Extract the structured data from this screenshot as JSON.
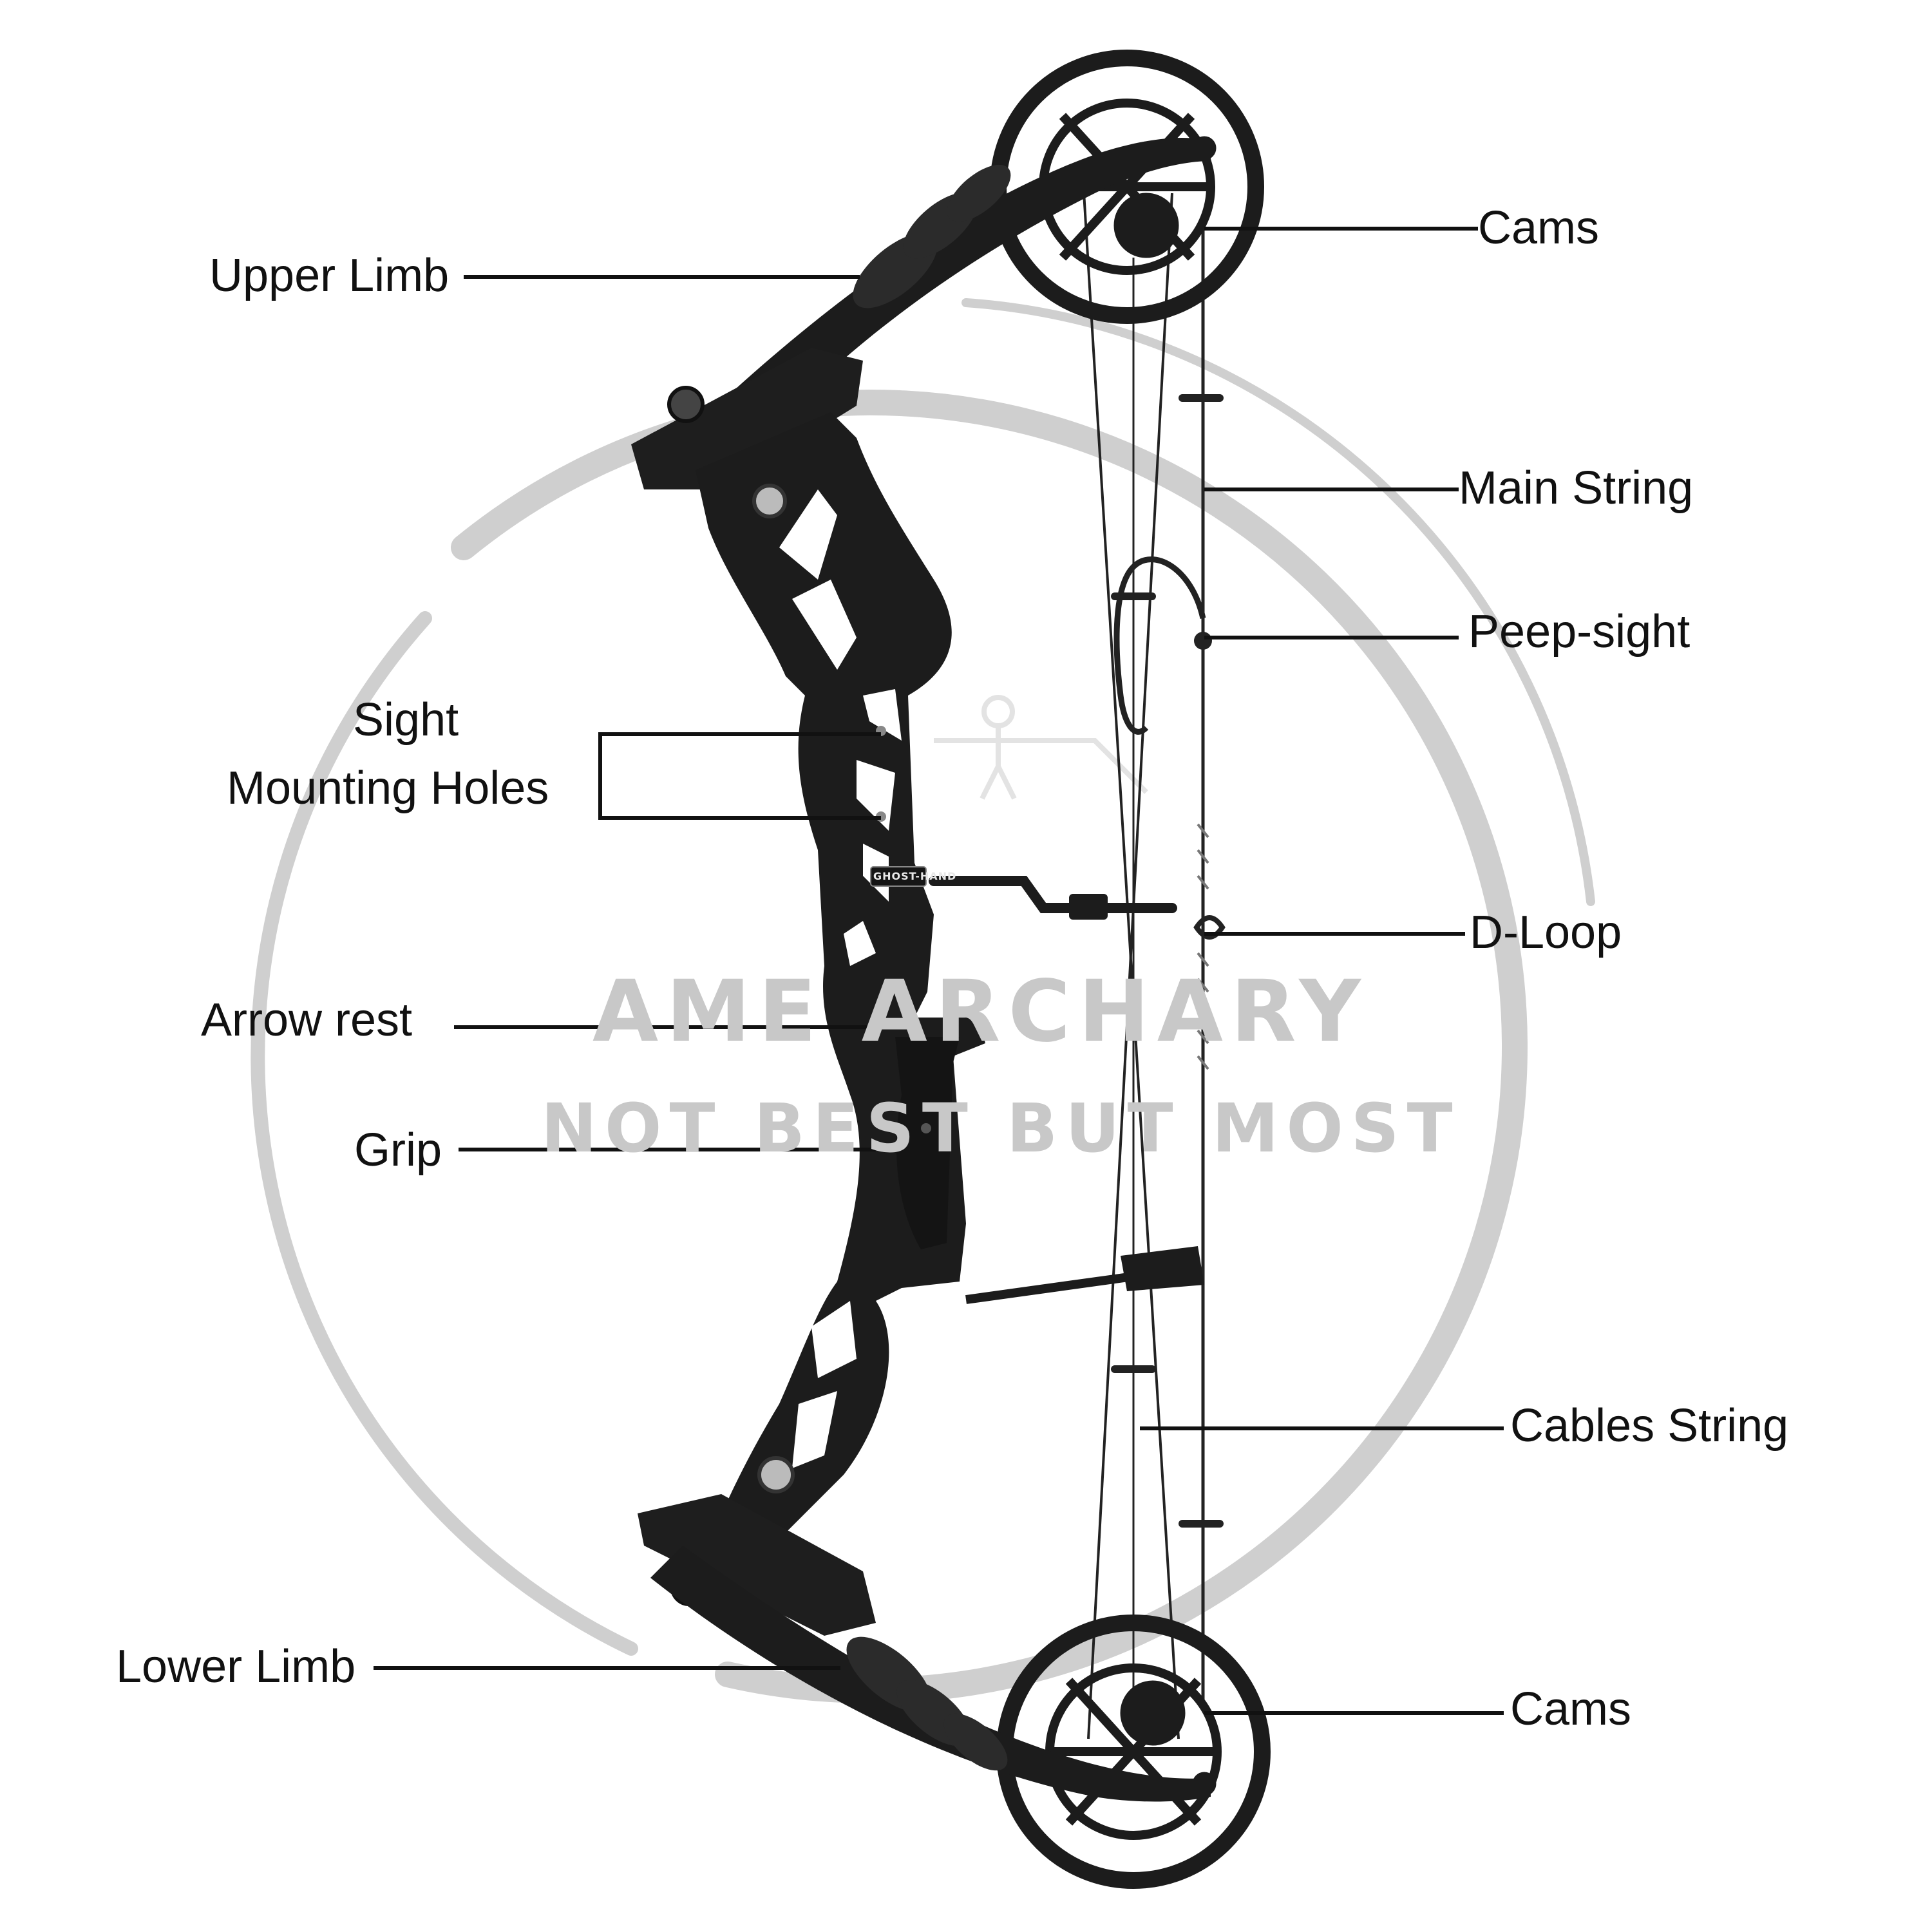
{
  "labels": {
    "cams_top": "Cams",
    "upper_limb": "Upper Limb",
    "main_string": "Main String",
    "peep_sight": "Peep-sight",
    "sight_line1": "Sight",
    "sight_line2": "Mounting Holes",
    "d_loop": "D-Loop",
    "arrow_rest": "Arrow rest",
    "grip": "Grip",
    "cables_string": "Cables String",
    "lower_limb": "Lower Limb",
    "cams_bottom": "Cams"
  },
  "watermark": {
    "line1": "AME ARCHARY",
    "line2": "NOT BEST BUT MOST"
  },
  "brand_plate": "GHOST-HAND",
  "colors": {
    "bow": "#1c1c1c",
    "leader_line": "#111111",
    "watermark": "#c8c8c8",
    "background": "#ffffff"
  }
}
